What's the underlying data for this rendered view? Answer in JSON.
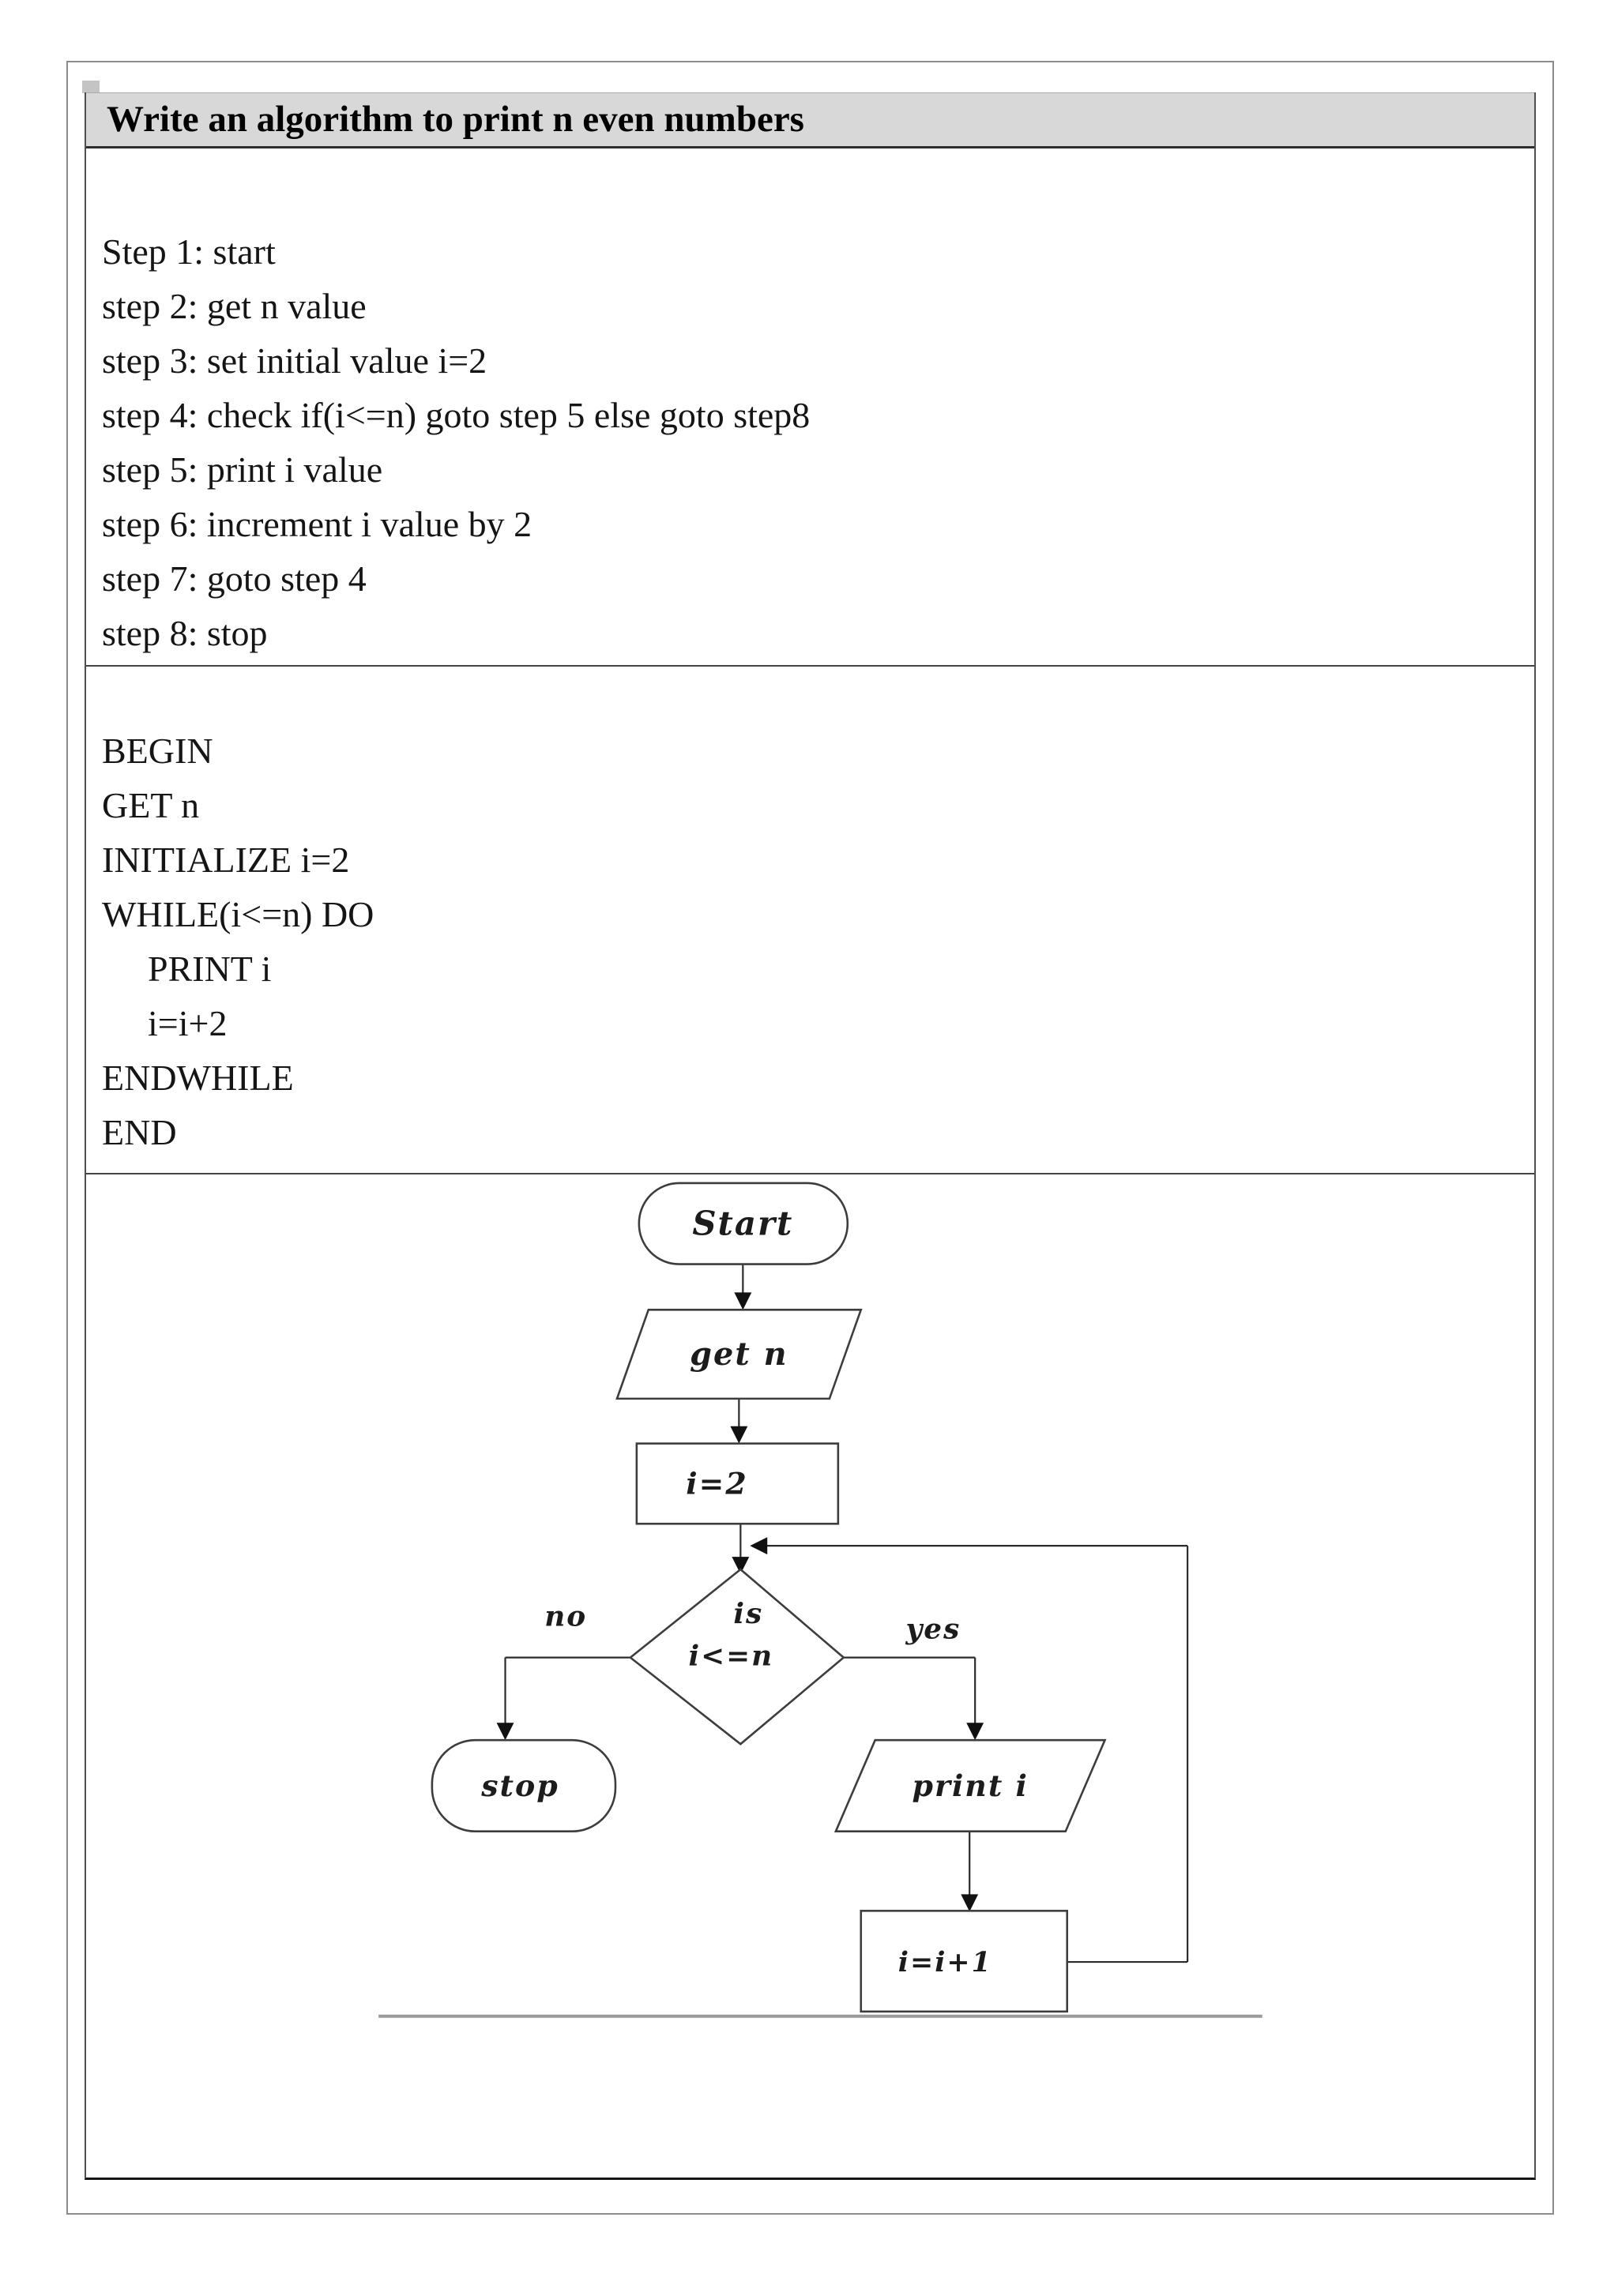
{
  "doc": {
    "title": "Write an algorithm to print n even numbers",
    "steps": [
      "Step 1: start",
      "step 2: get n value",
      "step 3: set initial value i=2",
      "step 4: check if(i<=n) goto step 5 else goto step8",
      "step 5: print i value",
      "step 6: increment i value by 2",
      "step 7: goto step 4",
      "step 8: stop"
    ],
    "pseudocode": [
      "BEGIN",
      "GET n",
      "INITIALIZE i=2",
      "WHILE(i<=n) DO",
      "PRINT i",
      "i=i+2",
      "ENDWHILE",
      "END"
    ]
  },
  "flowchart": {
    "start_label": "Start",
    "input_label": "get  n",
    "init_label": "i=2",
    "decision_line1": "is",
    "decision_line2": "i<=n",
    "no_label": "no",
    "yes_label": "yes",
    "stop_label": "stop",
    "output_label": "print  i",
    "increment_label": "i=i+1"
  },
  "colors": {
    "header_bg": "#d8d8d8",
    "shape_stroke": "#3d3d3d",
    "line_stroke": "#2b2b2b",
    "arrow_fill": "#111111"
  }
}
